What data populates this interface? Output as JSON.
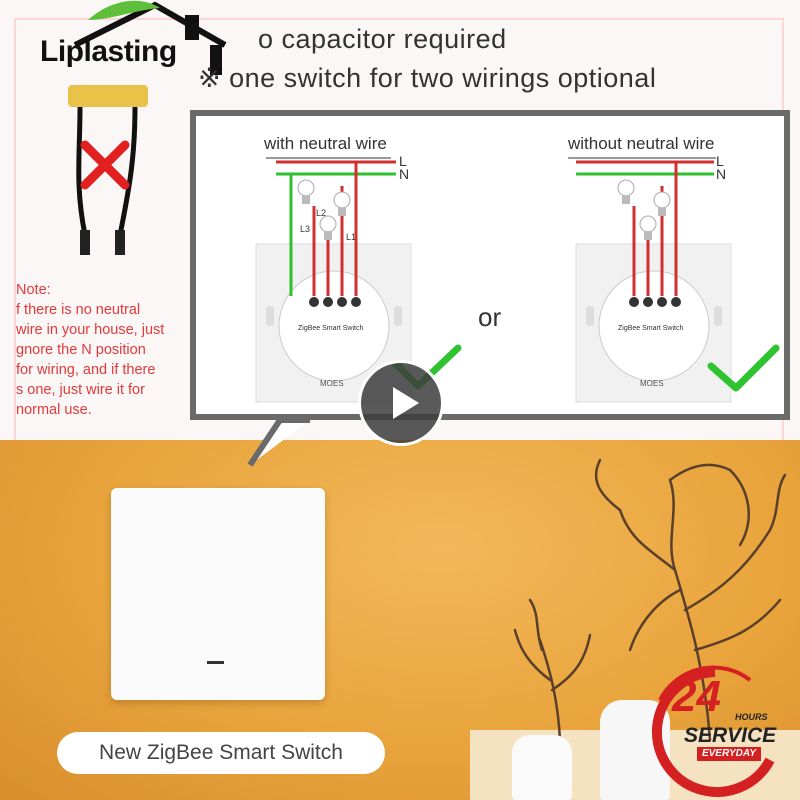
{
  "header": {
    "line1": "o capacitor required",
    "line2": "※ one switch for two wirings optional"
  },
  "brand": {
    "logo_text": "Liplasting"
  },
  "diagram": {
    "left_title": "with neutral wire",
    "right_title": "without neutral wire",
    "or_label": "or",
    "wire_L": "L",
    "wire_N": "N",
    "lamp_labels": [
      "L1",
      "L2",
      "L3"
    ],
    "module_label": "ZigBee Smart Switch",
    "brand_mark": "MOES"
  },
  "note": {
    "lines": [
      "Note:",
      "f there is no neutral",
      "wire in your house, just",
      "gnore the N position",
      "for wiring, and if there",
      "s one, just wire it for",
      "normal use."
    ]
  },
  "caption": "New ZigBee Smart Switch",
  "service": {
    "number": "24",
    "hours": "HOURS",
    "label": "SERVICE",
    "sub": "EVERYDAY"
  },
  "colors": {
    "accent_red": "#e23a3a",
    "wire_green": "#2fbf2f",
    "check_green": "#2fc32f",
    "wall_orange": "#e9a43c"
  },
  "icons": [
    "play-icon",
    "red-x-icon",
    "check-icon",
    "bulb-icon"
  ]
}
